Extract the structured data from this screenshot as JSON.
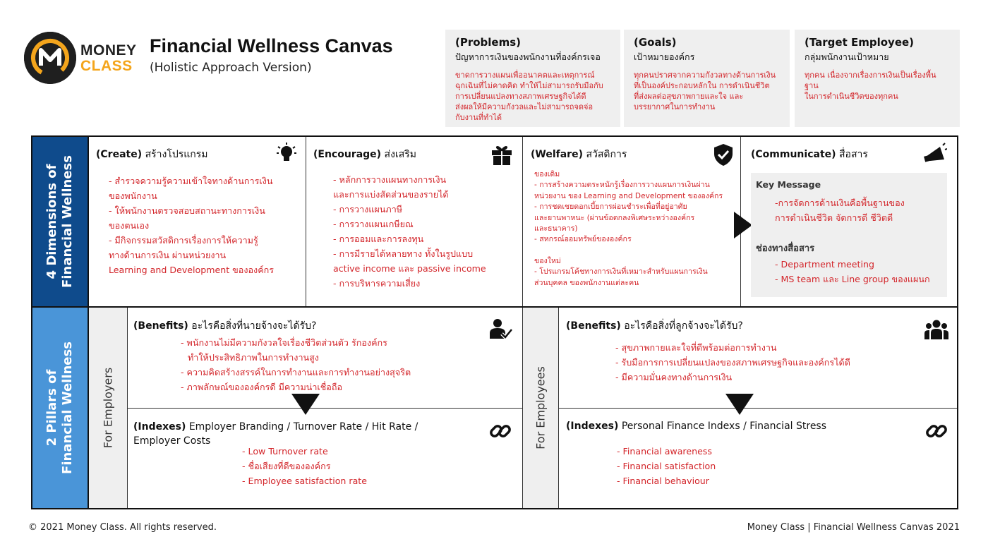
{
  "brand": {
    "word1": "MONEY",
    "word2": "CLASS",
    "accent": "#f4a51c"
  },
  "header": {
    "title": "Financial Wellness Canvas",
    "subtitle": "(Holistic Approach Version)"
  },
  "topboxes": [
    {
      "heading": "(Problems)",
      "sub": "ปัญหาการเงินของพนักงานที่องค์กรเจอ",
      "lines": [
        "ขาดการวางแผนเพื่ออนาคตและเหตุการณ์",
        "ฉุกเฉินที่ไม่คาดคิด ทำให้ไม่สามารถรับมือกับ",
        "การเปลี่ยนแปลงทางสภาพเศรษฐกิจได้ดี",
        "ส่งผลให้มีความกังวลและไม่สามารถจดจ่อ",
        "กับงานที่ทำได้"
      ]
    },
    {
      "heading": "(Goals)",
      "sub": "เป้าหมายองค์กร",
      "lines": [
        "ทุกคนปราศจากความกังวลทางด้านการเงิน",
        "ที่เป็นองค์ประกอบหลักใน การดำเนินชีวิต",
        "ที่ส่งผลต่อสุขภาพกายและใจ และ",
        "บรรยากาศในการทำงาน"
      ]
    },
    {
      "heading": "(Target Employee)",
      "sub": "กลุ่มพนักงานเป้าหมาย",
      "lines": [
        "ทุกคน เนื่องจากเรื่องการเงินเป็นเรื่องพื้นฐาน",
        "ในการดำเนินชีวิตของทุกคน"
      ]
    }
  ],
  "sidebar": {
    "dimensions": [
      "4 Dimensions of",
      "Financial Wellness"
    ],
    "pillars": [
      "2 Pillars of",
      "Financial Wellness"
    ]
  },
  "create": {
    "key": "(Create)",
    "label": "สร้างโปรแกรม",
    "lines": [
      "- สำรวจความรู้ความเข้าใจทางด้านการเงิน",
      "ของพนักงาน",
      "- ให้พนักงานตรวจสอบสถานะทางการเงิน",
      "ของตนเอง",
      "- มีกิจกรรมสวัสดิการเรื่องการให้ความรู้",
      "ทางด้านการเงิน ผ่านหน่วยงาน",
      "Learning and Development ขององค์กร"
    ]
  },
  "encourage": {
    "key": "(Encourage)",
    "label": "ส่งเสริม",
    "lines": [
      "- หลักการวางแผนทางการเงิน",
      "และการแบ่งสัดส่วนของรายได้",
      "- การวางแผนภาษี",
      "- การวางแผนเกษียณ",
      "- การออมและการลงทุน",
      "- การมีรายได้หลายทาง ทั้งในรูปแบบ",
      "active income และ passive income",
      "- การบริหารความเสี่ยง"
    ]
  },
  "welfare": {
    "key": "(Welfare)",
    "label": "สวัสดิการ",
    "lines": [
      "ของเดิม",
      "- การสร้างความตระหนักรู้เรื่องการวางแผนการเงินผ่าน",
      "หน่วยงาน ของ Learning and Development ขององค์กร",
      "- การชดเชยดอกเบี้ยการผ่อนชำระเพื่อที่อยู่อาศัย",
      "และยานพาหนะ (ผ่านข้อตกลงพิเศษระหว่างองค์กร",
      "และธนาคาร)",
      "- สหกรณ์ออมทรัพย์ขององค์กร",
      "",
      "ของใหม่",
      "- โปรแกรมโค้ชทางการเงินที่เหมาะสำหรับแผนการเงิน",
      "ส่วนบุคคล ของพนักงานแต่ละคน"
    ]
  },
  "communicate": {
    "key": "(Communicate)",
    "label": "สื่อสาร",
    "key_message_label": "Key Message",
    "key_message": [
      "-การจัดการด้านเงินคือพื้นฐานของ",
      "การดำเนินชีวิต จัดการดี ชีวิตดี"
    ],
    "channels_label": "ช่องทางสื่อสาร",
    "channels": [
      "- Department meeting",
      "- MS team และ Line group ของแผนก"
    ]
  },
  "employers": {
    "column_label": "For Employers",
    "benefits_key": "(Benefits)",
    "benefits_label": "อะไรคือสิ่งที่นายจ้างจะได้รับ?",
    "benefits": [
      "- พนักงานไม่มีความกังวลใจเรื่องชีวิตส่วนตัว รักองค์กร",
      "ทำให้ประสิทธิภาพในการทำงานสูง",
      "- ความคิดสร้างสรรค์ในการทำงานและการทำงานอย่างสุจริต",
      "- ภาพลักษณ์ขององค์กรดี มีความน่าเชื่อถือ"
    ],
    "indexes_key": "(Indexes)",
    "indexes_label": "Employer Branding / Turnover Rate / Hit Rate /",
    "indexes_label2": "Employer Costs",
    "indexes": [
      "- Low Turnover rate",
      "- ชื่อเสียงที่ดีขององค์กร",
      "- Employee satisfaction rate"
    ]
  },
  "employees": {
    "column_label": "For Employees",
    "benefits_key": "(Benefits)",
    "benefits_label": "อะไรคือสิ่งที่ลูกจ้างจะได้รับ?",
    "benefits": [
      "- สุขภาพกายและใจที่ดีพร้อมต่อการทำงาน",
      "- รับมือการการเปลี่ยนแปลงของสภาพเศรษฐกิจและองค์กรได้ดี",
      "- มีความมั่นคงทางด้านการเงิน"
    ],
    "indexes_key": "(Indexes)",
    "indexes_label": "Personal Finance Indexs / Financial Stress",
    "indexes": [
      "- Financial awareness",
      "- Financial satisfaction",
      "- Financial behaviour"
    ]
  },
  "footer": {
    "left": "© 2021 Money Class. All rights reserved.",
    "right": "Money Class | Financial Wellness Canvas 2021"
  },
  "colors": {
    "dark_blue": "#0f4b8c",
    "light_blue": "#4a95d8",
    "red_text": "#d3262b",
    "gray_box": "#efefef"
  }
}
